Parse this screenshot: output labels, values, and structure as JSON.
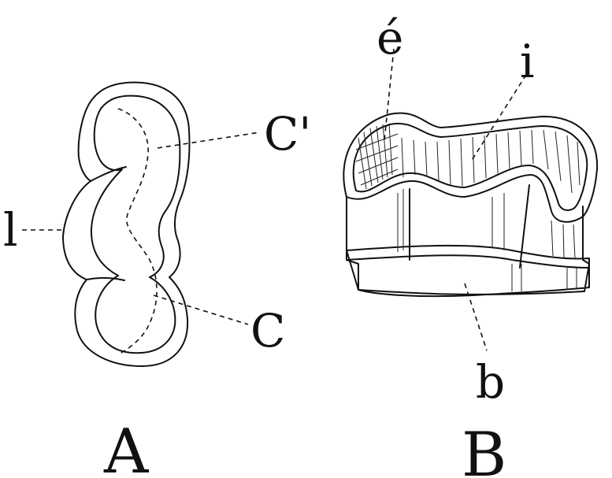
{
  "figures": {
    "a": {
      "caption": "A",
      "labels": {
        "left": "l",
        "upper": "C'",
        "lower": "C"
      }
    },
    "b": {
      "caption": "B",
      "labels": {
        "top_left": "é",
        "top_right": "i",
        "bottom": "b"
      }
    }
  }
}
